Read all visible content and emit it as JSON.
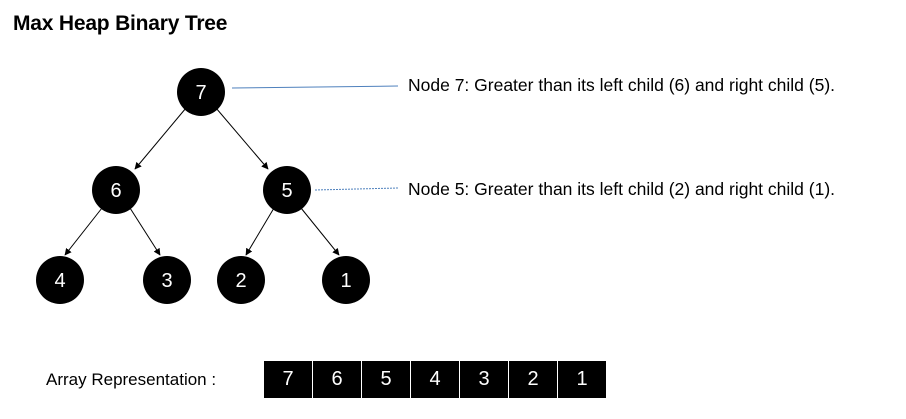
{
  "title": "Max Heap Binary Tree",
  "tree": {
    "root": "7",
    "level1": [
      "6",
      "5"
    ],
    "level2": [
      "4",
      "3",
      "2",
      "1"
    ]
  },
  "annotations": {
    "node7": "Node 7: Greater than its left child (6) and right child (5).",
    "node5": "Node 5: Greater than its left child (2) and right child (1)."
  },
  "array": {
    "label": "Array Representation :",
    "values": [
      "7",
      "6",
      "5",
      "4",
      "3",
      "2",
      "1"
    ]
  },
  "colors": {
    "node_fill": "#000000",
    "node_text": "#ffffff",
    "connector": "#4f81bd"
  }
}
